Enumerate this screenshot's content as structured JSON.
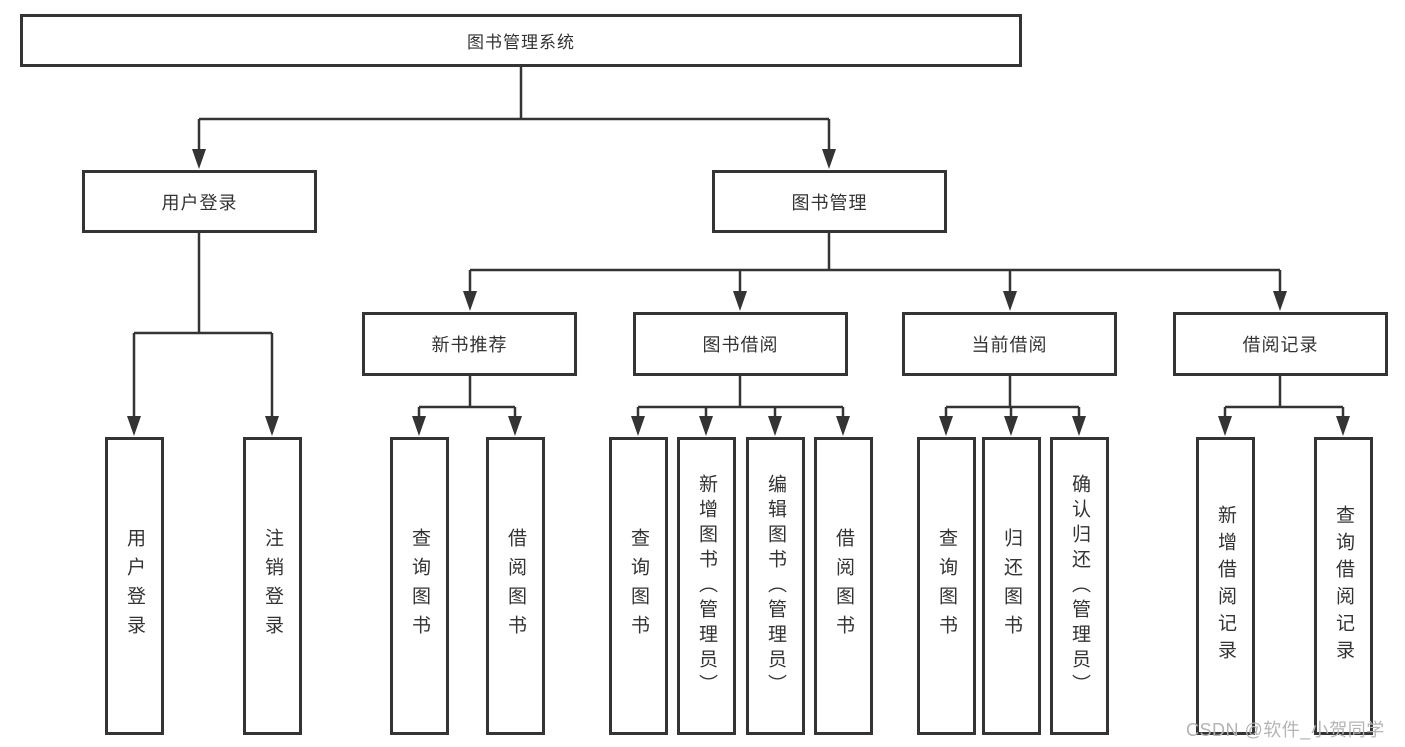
{
  "tree": {
    "label": "图书管理系统",
    "children": [
      {
        "label": "用户登录",
        "children": [
          {
            "label": "用户登录"
          },
          {
            "label": "注销登录"
          }
        ]
      },
      {
        "label": "图书管理",
        "children": [
          {
            "label": "新书推荐",
            "children": [
              {
                "label": "查询图书"
              },
              {
                "label": "借阅图书"
              }
            ]
          },
          {
            "label": "图书借阅",
            "children": [
              {
                "label": "查询图书"
              },
              {
                "label": "新增图书（管理员）"
              },
              {
                "label": "编辑图书（管理员）"
              },
              {
                "label": "借阅图书"
              }
            ]
          },
          {
            "label": "当前借阅",
            "children": [
              {
                "label": "查询图书"
              },
              {
                "label": "归还图书"
              },
              {
                "label": "确认归还（管理员）"
              }
            ]
          },
          {
            "label": "借阅记录",
            "children": [
              {
                "label": "新增借阅记录"
              },
              {
                "label": "查询借阅记录"
              }
            ]
          }
        ]
      }
    ]
  },
  "watermark": "CSDN @软件_小贺同学",
  "colors": {
    "line": "#343434",
    "text": "#333333",
    "watermark": "#b4b4b4"
  }
}
